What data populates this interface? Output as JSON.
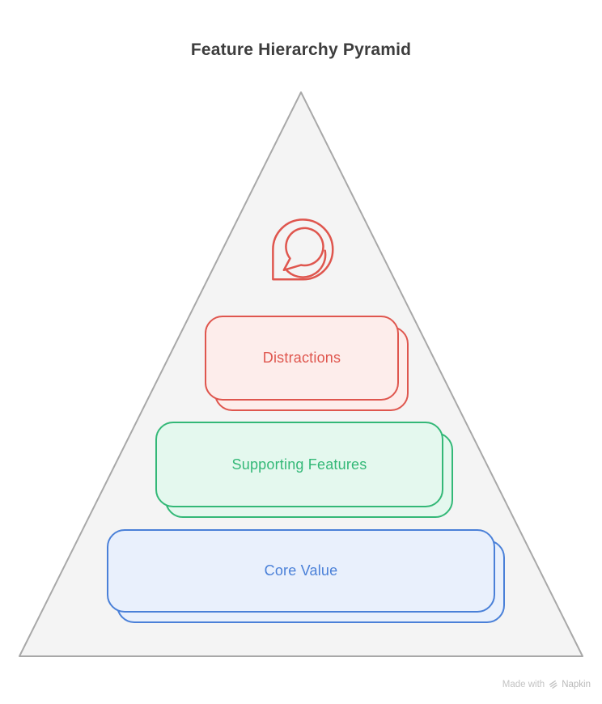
{
  "title": "Feature Hierarchy Pyramid",
  "pyramid": {
    "triangle_fill": "#f4f4f4",
    "triangle_stroke": "#a8a8a8",
    "levels": [
      {
        "label": "Distractions",
        "accent": "#df564e",
        "fill": "#fdedeb"
      },
      {
        "label": "Supporting Features",
        "accent": "#33b877",
        "fill": "#e4f8ee"
      },
      {
        "label": "Core Value",
        "accent": "#4a80d8",
        "fill": "#e9f0fc"
      }
    ]
  },
  "icon": {
    "name": "speech-bubble-icon",
    "color": "#df564e"
  },
  "watermark": {
    "prefix": "Made with",
    "brand": "Napkin",
    "color": "#c3c3c3"
  }
}
